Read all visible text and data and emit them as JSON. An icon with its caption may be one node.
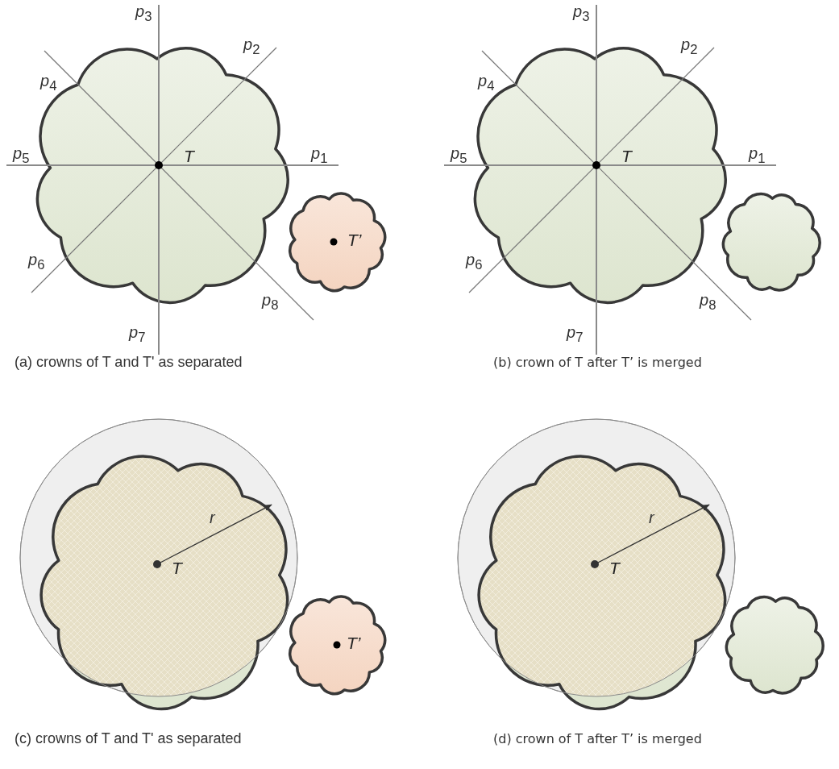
{
  "diagram": {
    "nodes": [
      {
        "text": [
          "*T*"
        ]
      },
      {
        "text": [
          "*T’*"
        ]
      },
      {
        "text": [
          "*T*"
        ]
      },
      {
        "text": [],
        "shape": "cloud"
      },
      {
        "text": [
          "*T*"
        ]
      },
      {
        "text": [
          "*T’*"
        ]
      },
      {
        "text": [
          "*T*"
        ]
      },
      {
        "text": [],
        "shape": "cloud"
      }
    ],
    "labels": [
      "*p*$_{3}$",
      "*p*$_{2}$",
      "*p*$_{4}$",
      "*p*$_{5}$",
      "*p*$_{1}$",
      "*p*$_{6}$",
      "*p*$_{8}$",
      "*p*$_{7}$",
      "(a) crowns of T and T' as separated",
      "*p*$_{3}$",
      "*p*$_{2}$",
      "*p*$_{4}$",
      "*p*$_{5}$",
      "*p*$_{1}$",
      "*p*$_{6}$",
      "*p*$_{8}$",
      "*p*$_{7}$",
      "(b) crown of T after T’ is merged",
      "*r*",
      "(c) crowns of T and T' as separated",
      "*r*",
      "(d) crown of T after T’ is merged"
    ]
  }
}
